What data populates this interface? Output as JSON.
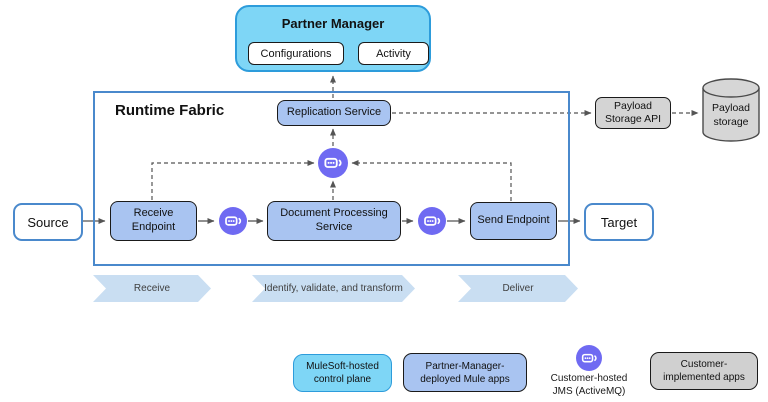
{
  "partner_manager": {
    "title": "Partner Manager",
    "configurations_label": "Configurations",
    "activity_label": "Activity"
  },
  "runtime_fabric": {
    "title": "Runtime Fabric",
    "replication_service": "Replication Service",
    "receive_endpoint": "Receive Endpoint",
    "document_processing_service": "Document Processing Service",
    "send_endpoint": "Send Endpoint"
  },
  "external": {
    "source": "Source",
    "target": "Target",
    "payload_storage_api": "Payload Storage API",
    "payload_storage": "Payload storage"
  },
  "process_steps": [
    "Receive",
    "Identify, validate, and transform",
    "Deliver"
  ],
  "legend": {
    "control_plane": "MuleSoft-hosted control plane",
    "mule_apps": "Partner-Manager-deployed Mule apps",
    "jms": "Customer-hosted JMS (ActiveMQ)",
    "customer_apps": "Customer-implemented apps"
  },
  "icons": {
    "jms_icon": "message-queue-icon"
  },
  "colors": {
    "control_plane_fill": "#7ED6F6",
    "control_plane_border": "#2D9CDB",
    "mule_app_fill": "#A9C4F1",
    "jms_purple": "#6F6AF2",
    "customer_gray": "#D4D4D4",
    "fabric_border": "#4A89CC",
    "chevron_fill": "#C9DEF2",
    "arrow": "#555555"
  }
}
